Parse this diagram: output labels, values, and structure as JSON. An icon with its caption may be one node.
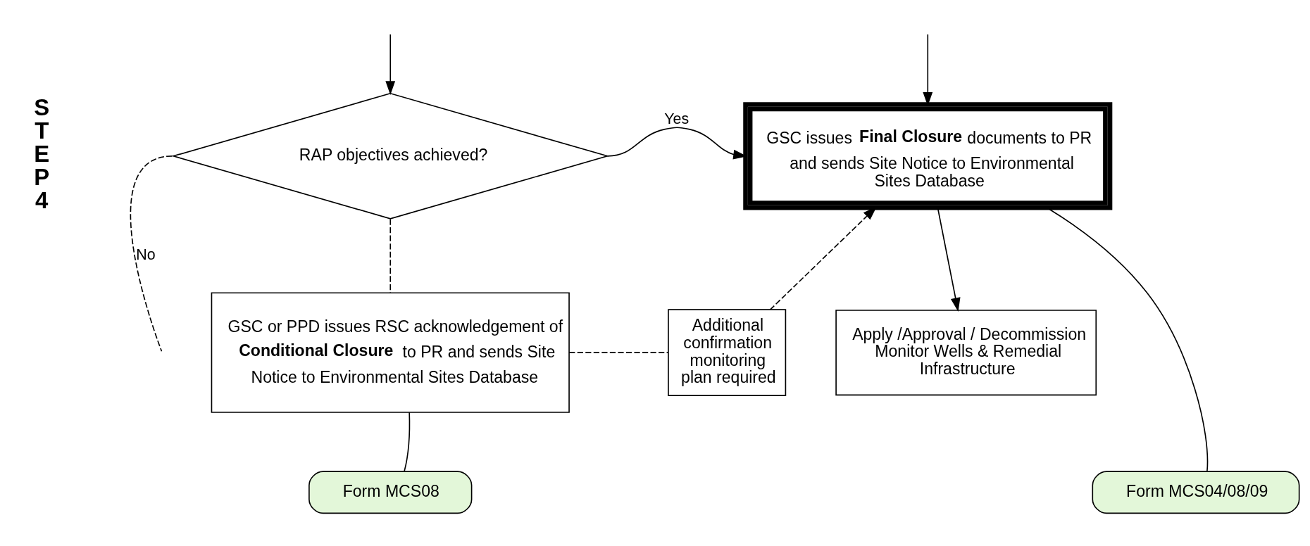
{
  "diagram": {
    "nodes": [
      {
        "text": [
          "RAP objectives achieved?"
        ]
      },
      {
        "text": [
          "GSC issues **Final Closure** documents to PR and sends Site Notice to Environmental Sites Database"
        ]
      },
      {
        "text": [
          "GSC or PPD issues RSC acknowledgement of **Conditional Closure** to PR and sends Site Notice to Environmental Sites Database"
        ]
      },
      {
        "text": [
          "Additional confirmation monitoring plan required"
        ]
      },
      {
        "text": [
          "Apply /Approval / Decommission Monitor Wells & Remedial Infrastructure"
        ]
      },
      {
        "text": [
          "Form MCS08"
        ]
      },
      {
        "text": [
          "Form MCS04/08/09"
        ]
      }
    ],
    "edges": [
      {
        "from": 0,
        "to": null,
        "label": "No",
        "arrow": "none",
        "style": "dashed"
      },
      {
        "from": null,
        "to": 1,
        "arrow": "to"
      },
      {
        "from": null,
        "to": 0,
        "arrow": "to"
      },
      {
        "from": 0,
        "to": 1,
        "label": "Yes",
        "arrow": "to"
      },
      {
        "from": 0,
        "to": 2,
        "arrow": "none",
        "style": "dashed"
      },
      {
        "from": 2,
        "to": 3,
        "arrow": "none",
        "style": "dashed"
      },
      {
        "from": 3,
        "to": 1,
        "arrow": "to",
        "style": "dashed"
      },
      {
        "from": 1,
        "to": 4,
        "arrow": "to"
      },
      {
        "from": 5,
        "to": 2,
        "arrow": "none"
      },
      {
        "from": 6,
        "to": 1,
        "arrow": "none"
      }
    ],
    "labels": [
      "S T E P 4"
    ]
  }
}
